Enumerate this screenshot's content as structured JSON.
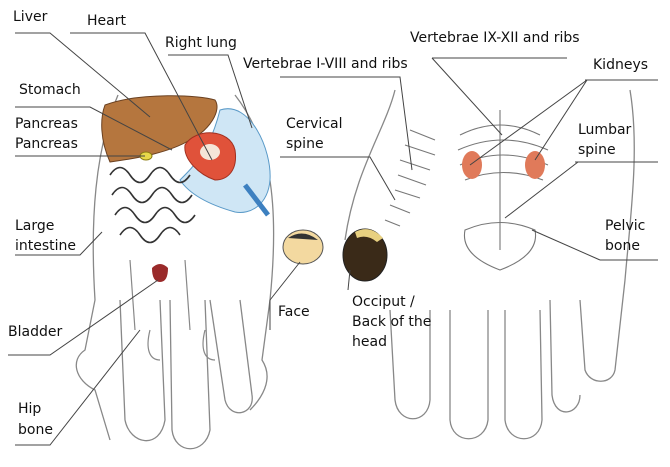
{
  "labels": {
    "liver": "Liver",
    "heart": "Heart",
    "right_lung": "Right lung",
    "vertebrae_1_8": "Vertebrae I-VIII and ribs",
    "vertebrae_9_12": "Vertebrae IX-XII and ribs",
    "kidneys": "Kidneys",
    "stomach": "Stomach",
    "pancreas_1": "Pancreas",
    "pancreas_2": "Pancreas",
    "cervical_1": "Cervical",
    "cervical_2": "spine",
    "lumbar_1": "Lumbar",
    "lumbar_2": "spine",
    "large_intestine_1": "Large",
    "large_intestine_2": "intestine",
    "pelvic_1": "Pelvic",
    "pelvic_2": "bone",
    "face": "Face",
    "occiput_1": "Occiput /",
    "occiput_2": "Back of the",
    "occiput_3": "head",
    "bladder": "Bladder",
    "hip_1": "Hip",
    "hip_2": "bone"
  },
  "colors": {
    "liver": "#b5763e",
    "heart": "#e0523a",
    "lung": "#cfe6f5",
    "kidney": "#e07a5a",
    "line": "#444444"
  }
}
